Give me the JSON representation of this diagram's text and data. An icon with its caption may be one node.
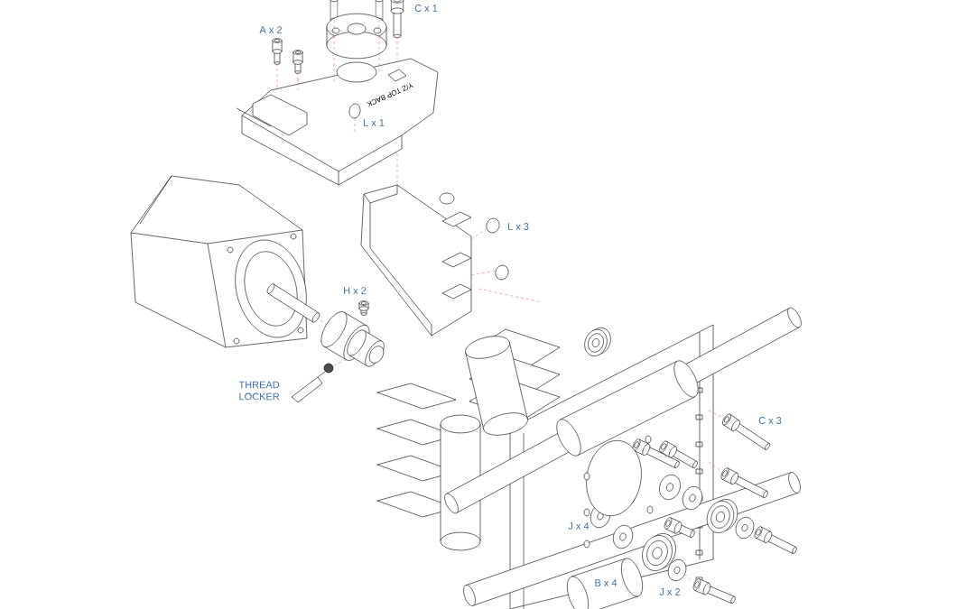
{
  "diagram": {
    "labels": [
      "C x 1",
      "A x 2",
      "Y/Z TOP BACK",
      "L x 1",
      "L x 3",
      "H x 2",
      "THREAD LOCKER",
      "C x 3",
      "J x 4",
      "B x 4",
      "J x 2"
    ]
  }
}
